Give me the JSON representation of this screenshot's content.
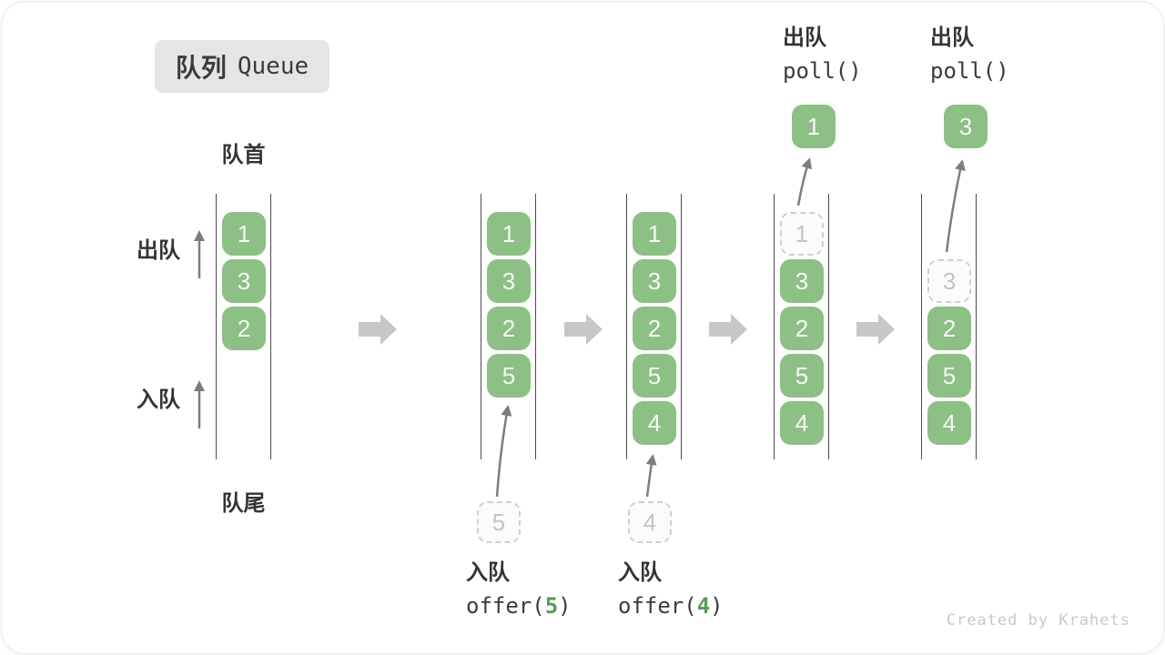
{
  "badge": {
    "zh": "队列",
    "en": "Queue"
  },
  "front_label": "队首",
  "rear_label": "队尾",
  "side": {
    "dequeue": "出队",
    "enqueue": "入队"
  },
  "col1": {
    "boxes": [
      "1",
      "3",
      "2"
    ]
  },
  "col2": {
    "boxes": [
      "1",
      "3",
      "2",
      "5"
    ],
    "ghost": "5",
    "action": "入队",
    "code_pre": "offer(",
    "code_arg": "5",
    "code_post": ")"
  },
  "col3": {
    "boxes": [
      "1",
      "3",
      "2",
      "5",
      "4"
    ],
    "ghost": "4",
    "action": "入队",
    "code_pre": "offer(",
    "code_arg": "4",
    "code_post": ")"
  },
  "col4": {
    "ghost": "1",
    "boxes": [
      "3",
      "2",
      "5",
      "4"
    ],
    "action": "出队",
    "code": "poll()",
    "out_value": "1"
  },
  "col5": {
    "ghost": "3",
    "boxes": [
      "2",
      "5",
      "4"
    ],
    "action": "出队",
    "code": "poll()",
    "out_value": "3"
  },
  "watermark": "Created by Krahets",
  "colors": {
    "box_green": "#8cc084",
    "code_arg_green": "#569c56",
    "dark_text": "#3b3b3b",
    "thin_arrow_gray": "#7d7d7d",
    "block_arrow_gray": "#c7c7c7",
    "ghost_border": "#cfcfcf",
    "ghost_text": "#c4c4c4",
    "badge_bg": "#e5e5e5",
    "column_line": "#4b4b4b",
    "watermark_gray": "#c9c9c9"
  }
}
